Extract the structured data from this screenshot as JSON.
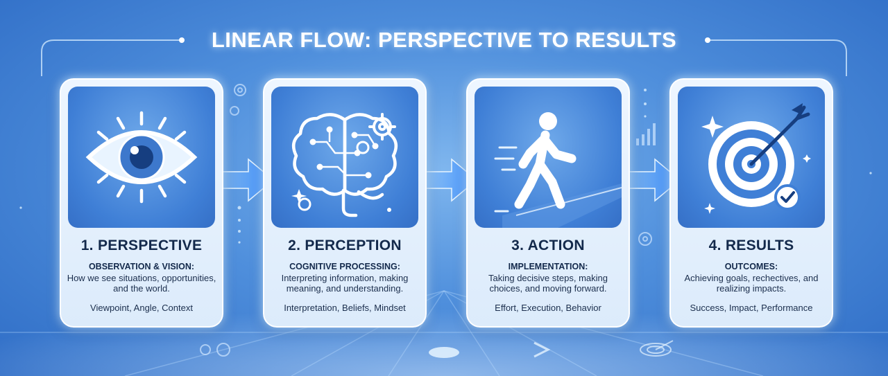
{
  "title": "LINEAR FLOW: PERSPECTIVE TO RESULTS",
  "colors": {
    "background": "#4f8fdc",
    "card": "#e6f1fd",
    "text": "#13294b",
    "arrow": "#2f86ff",
    "icon": "#ffffff"
  },
  "steps": [
    {
      "title": "1. PERSPECTIVE",
      "subtitle": "OBSERVATION & VISION:",
      "description": "How we see situations, opportunities, and the world.",
      "tags": "Viewpoint, Angle, Context",
      "icon": "eye-icon"
    },
    {
      "title": "2. PERCEPTION",
      "subtitle": "COGNITIVE PROCESSING:",
      "description": "Interpreting information, making meaning, and understanding.",
      "tags": "Interpretation, Beliefs, Mindset",
      "icon": "brain-gear-icon"
    },
    {
      "title": "3. ACTION",
      "subtitle": "IMPLEMENTATION:",
      "description": "Taking decisive steps, making choices, and moving forward.",
      "tags": "Effort, Execution, Behavior",
      "icon": "walking-person-icon"
    },
    {
      "title": "4. RESULTS",
      "subtitle": "OUTCOMES:",
      "description": "Achieving goals, rechectives, and realizing impacts.",
      "tags": "Success, Impact, Performance",
      "icon": "target-arrow-icon"
    }
  ]
}
